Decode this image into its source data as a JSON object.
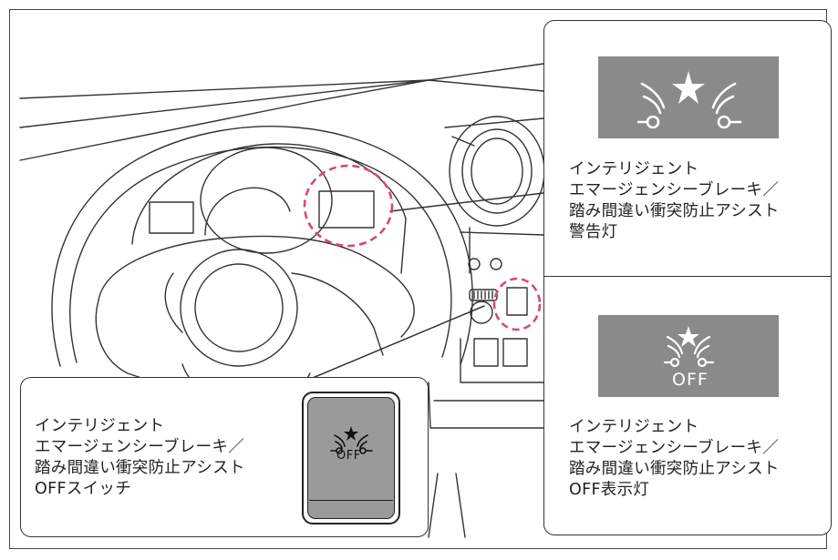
{
  "warning_light": {
    "icon": "collision-warning-icon",
    "lines": [
      "インテリジェント",
      "エマージェンシーブレーキ／",
      "踏み間違い衝突防止アシスト",
      "警告灯"
    ]
  },
  "off_indicator": {
    "icon": "collision-off-icon",
    "icon_text": "OFF",
    "lines": [
      "インテリジェント",
      "エマージェンシーブレーキ／",
      "踏み間違い衝突防止アシスト",
      "OFF表示灯"
    ]
  },
  "off_switch": {
    "icon": "collision-off-switch-icon",
    "icon_text": "OFF",
    "lines": [
      "インテリジェント",
      "エマージェンシーブレーキ／",
      "踏み間違い衝突防止アシスト",
      "OFFスイッチ"
    ]
  },
  "colors": {
    "icon_background": "#8a8a8a",
    "highlight_circle": "#d4477f",
    "line": "#333333"
  }
}
